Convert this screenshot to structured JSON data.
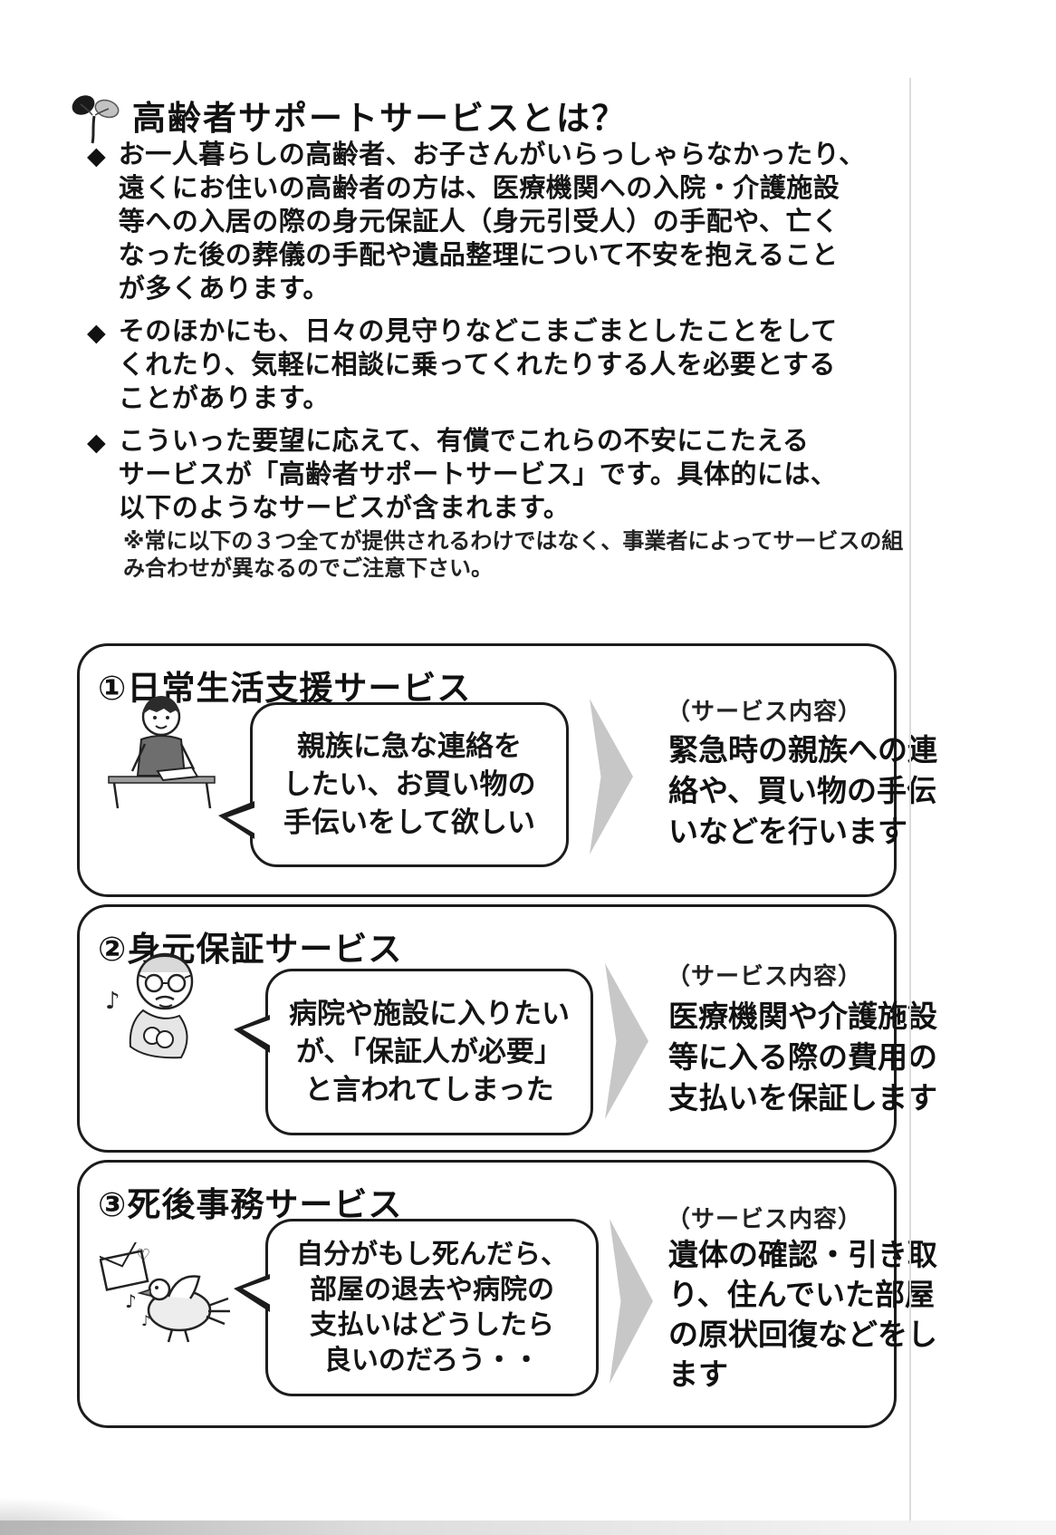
{
  "page": {
    "title": "高齢者サポートサービスとは？",
    "title_icon": "sprout-icon",
    "bullet_marker": "◆",
    "bullets": [
      "お一人暮らしの高齢者、お子さんがいらっしゃらなかったり、\n遠くにお住いの高齢者の方は、医療機関への入院・介護施設\n等への入居の際の身元保証人（身元引受人）の手配や、亡く\nなった後の葬儀の手配や遺品整理について不安を抱えること\nが多くあります。",
      "そのほかにも、日々の見守りなどこまごまとしたことをして\nくれたり、気軽に相談に乗ってくれたりする人を必要とする\nことがあります。",
      "こういった要望に応えて、有償でこれらの不安にこたえる\nサービスが「高齢者サポートサービス」です。具体的には、\n以下のようなサービスが含まれます。"
    ],
    "note": "※常に以下の３つ全てが提供されるわけではなく、事業者によってサービスの組\nみ合わせが異なるのでご注意下さい。",
    "service_content_label": "（サービス内容）",
    "services": [
      {
        "heading": "①日常生活支援サービス",
        "illustration": "man-at-desk-illustration",
        "bubble": "親族に急な連絡を\nしたい、お買い物の\n手伝いをして欲しい",
        "description": "緊急時の親族への連\n絡や、買い物の手伝\nいなどを行います"
      },
      {
        "heading": "②身元保証サービス",
        "illustration": "elderly-man-illustration",
        "bubble": "病院や施設に入りたい\nが、「保証人が必要」\nと言われてしまった",
        "description": "医療機関や介護施設\n等に入る際の費用の\n支払いを保証します"
      },
      {
        "heading": "③死後事務サービス",
        "illustration": "dove-with-letter-illustration",
        "bubble": "自分がもし死んだら、\n部屋の退去や病院の\n支払いはどうしたら\n良いのだろう・・",
        "description": "遺体の確認・引き取\nり、住んでいた部屋\nの原状回復などをし\nます"
      }
    ],
    "colors": {
      "ink": "#1c1c1c",
      "arrow_gray": "#c7c7c7",
      "paper": "#ffffff"
    }
  }
}
